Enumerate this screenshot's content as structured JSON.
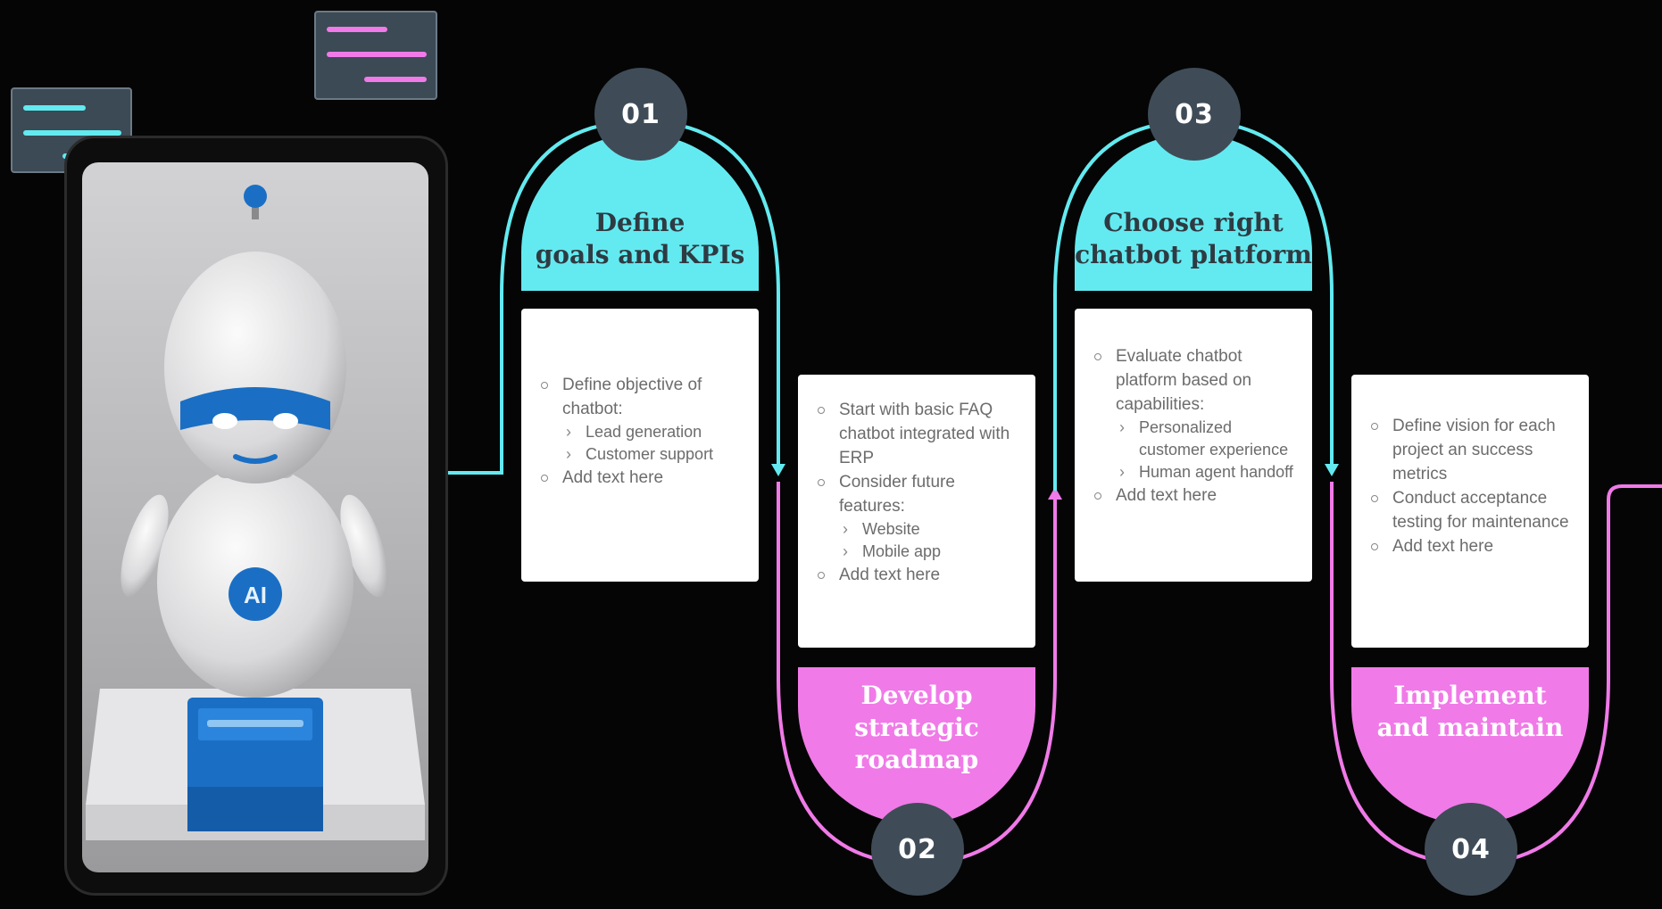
{
  "colors": {
    "cyan": "#63eaf0",
    "magenta": "#f07ae8",
    "circle": "#3f4c57",
    "robot_blue": "#1a6fc4",
    "background": "#050505"
  },
  "robot": {
    "chest_label": "AI"
  },
  "steps": [
    {
      "number": "01",
      "title": "Define\ngoals and KPIs",
      "items": [
        {
          "level": 1,
          "text": "Define objective of"
        },
        {
          "level": 0,
          "text": "chatbot:"
        },
        {
          "level": 2,
          "text": "Lead generation"
        },
        {
          "level": 2,
          "text": "Customer support"
        },
        {
          "level": 1,
          "text": "Add text here"
        }
      ]
    },
    {
      "number": "02",
      "title": "Develop strategic\nroadmap",
      "items": [
        {
          "level": 1,
          "text": "Start with basic FAQ chatbot integrated with ERP"
        },
        {
          "level": 1,
          "text": "Consider future features:"
        },
        {
          "level": 2,
          "text": "Website"
        },
        {
          "level": 2,
          "text": "Mobile app"
        },
        {
          "level": 1,
          "text": "Add text here"
        }
      ]
    },
    {
      "number": "03",
      "title": "Choose right\nchatbot platform",
      "items": [
        {
          "level": 1,
          "text": "Evaluate chatbot platform based on capabilities:"
        },
        {
          "level": 2,
          "text": "Personalized customer experience"
        },
        {
          "level": 2,
          "text": "Human agent handoff"
        },
        {
          "level": 1,
          "text": "Add text here"
        }
      ]
    },
    {
      "number": "04",
      "title": "Implement\nand maintain",
      "items": [
        {
          "level": 1,
          "text": "Define vision for each project an success metrics"
        },
        {
          "level": 1,
          "text": "Conduct acceptance testing for maintenance"
        },
        {
          "level": 1,
          "text": "Add text here"
        }
      ]
    }
  ]
}
